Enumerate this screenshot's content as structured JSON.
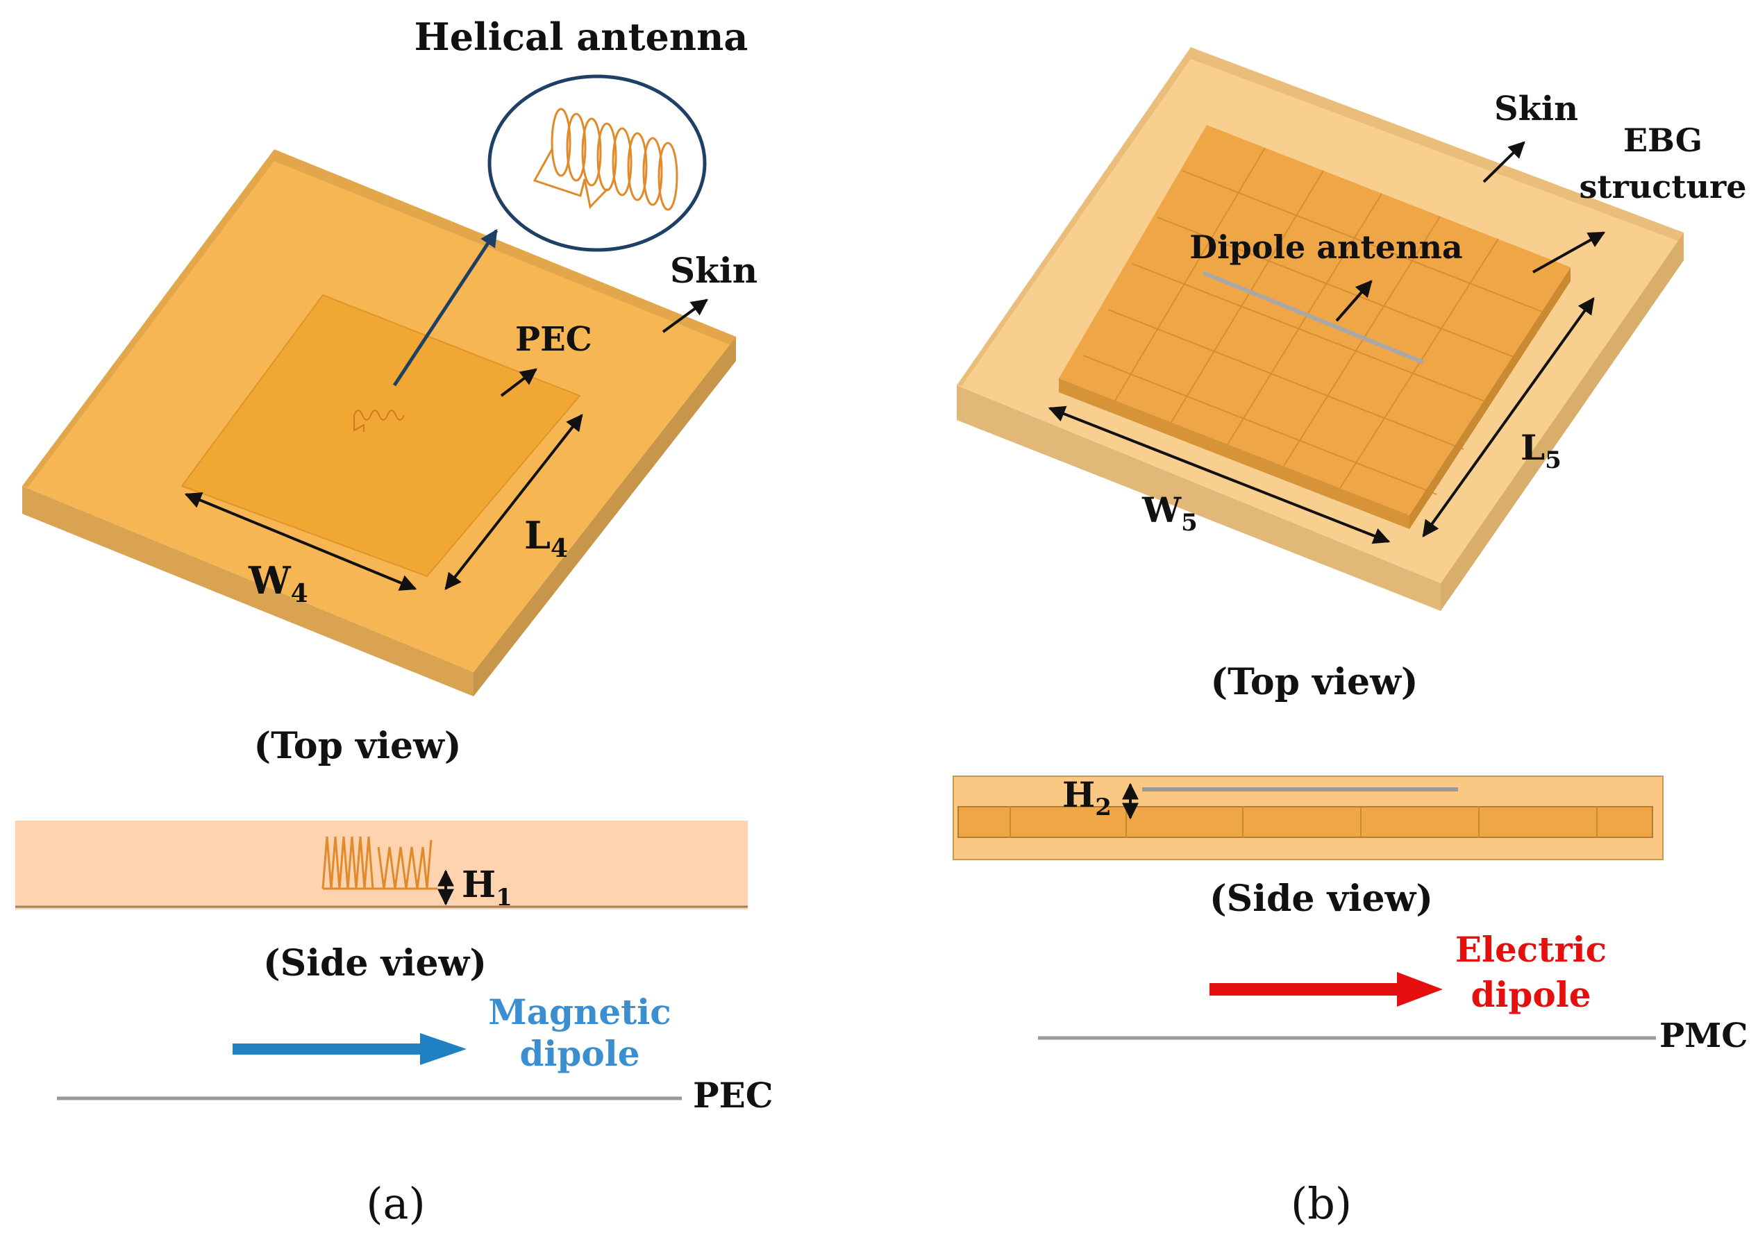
{
  "colors": {
    "skin_top": "#f6b653",
    "skin_side": "#c8964a",
    "pec_fill": "#f0a734",
    "helix": "#e08a2a",
    "circle_stroke": "#1e3f66",
    "blue_arrow": "#1f80c2",
    "blue_text": "#3b8fd0",
    "red_arrow": "#e60f0f",
    "red_text": "#e60f0f",
    "ground_line": "#9a9a9a",
    "b_skin": "#f8cf8e",
    "b_ebg": "#efa647",
    "b_side_band": "#fac883",
    "a_side_band": "#fdd3b0"
  },
  "panel_a": {
    "helical_label": "Helical antenna",
    "skin_label": "Skin",
    "pec_label": "PEC",
    "w_label": "W",
    "w_sub": "4",
    "l_label": "L",
    "l_sub": "4",
    "top_view": "(Top view)",
    "h_label": "H",
    "h_sub": "1",
    "side_view": "(Side view)",
    "dipole_line1": "Magnetic",
    "dipole_line2": "dipole",
    "ground_label": "PEC",
    "caption": "(a)"
  },
  "panel_b": {
    "skin_label": "Skin",
    "ebg_line1": "EBG",
    "ebg_line2": "structure",
    "dipole_label": "Dipole antenna",
    "w_label": "W",
    "w_sub": "5",
    "l_label": "L",
    "l_sub": "5",
    "top_view": "(Top view)",
    "h_label": "H",
    "h_sub": "2",
    "side_view": "(Side view)",
    "dipole_line1": "Electric",
    "dipole_line2": "dipole",
    "ground_label": "PMC",
    "caption": "(b)"
  }
}
